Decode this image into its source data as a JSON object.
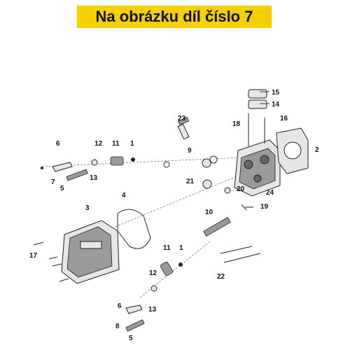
{
  "header": {
    "title": "Na obrázku díl číslo 7"
  },
  "callouts": {
    "c1a": "1",
    "c1b": "1",
    "c2": "2",
    "c3": "3",
    "c4": "4",
    "c5a": "5",
    "c5b": "5",
    "c6a": "6",
    "c6b": "6",
    "c7": "7",
    "c8": "8",
    "c9": "9",
    "c10": "10",
    "c11a": "11",
    "c11b": "11",
    "c12a": "12",
    "c12b": "12",
    "c13a": "13",
    "c13b": "13",
    "c14": "14",
    "c15": "15",
    "c16": "16",
    "c17": "17",
    "c18": "18",
    "c19": "19",
    "c20": "20",
    "c21": "21",
    "c22": "22",
    "c23": "23",
    "c24": "24"
  }
}
